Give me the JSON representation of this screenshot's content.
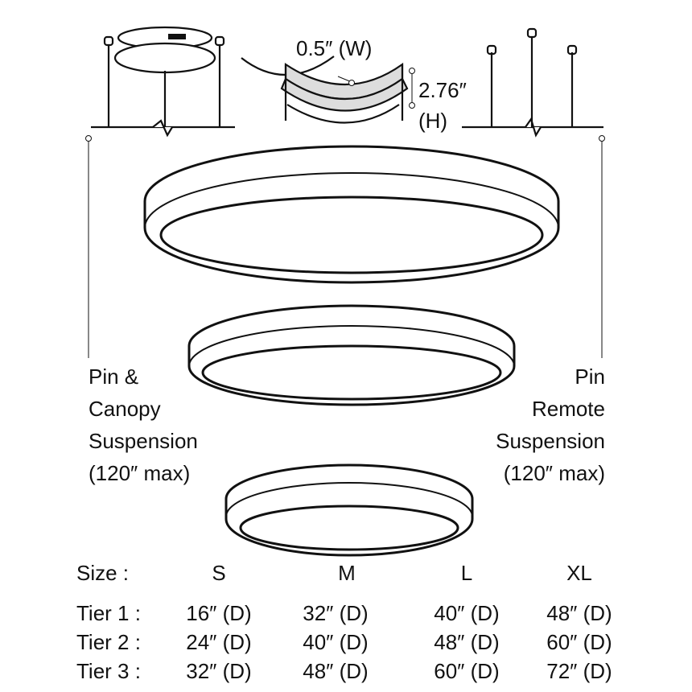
{
  "dimensions": {
    "width": "0.5″ (W)",
    "height_value": "2.76″",
    "height_unit": "(H)"
  },
  "left_label": [
    "Pin &",
    "Canopy",
    "Suspension",
    "(120″ max)"
  ],
  "right_label": [
    "Pin",
    "Remote",
    "Suspension",
    "(120″ max)"
  ],
  "table": {
    "header": {
      "label": "Size :",
      "sizes": [
        "S",
        "M",
        "L",
        "XL"
      ]
    },
    "rows": [
      {
        "label": "Tier 1 :",
        "values": [
          "16″ (D)",
          "32″ (D)",
          "40″ (D)",
          "48″ (D)"
        ]
      },
      {
        "label": "Tier 2 :",
        "values": [
          "24″ (D)",
          "40″ (D)",
          "48″ (D)",
          "60″ (D)"
        ]
      },
      {
        "label": "Tier 3 :",
        "values": [
          "32″ (D)",
          "48″ (D)",
          "60″ (D)",
          "72″ (D)"
        ]
      }
    ]
  }
}
